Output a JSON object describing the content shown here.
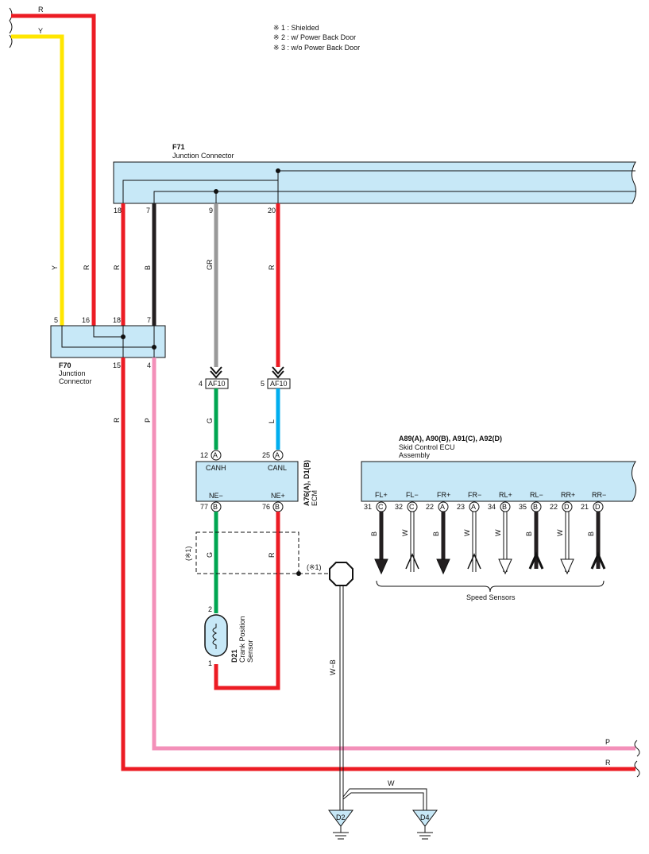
{
  "notes": [
    "※ 1 : Shielded",
    "※ 2 : w/ Power Back Door",
    "※ 3 : w/o Power Back Door"
  ],
  "colors": {
    "red": "#ec1c24",
    "yellow": "#ffe600",
    "black": "#231f20",
    "gray": "#999999",
    "green": "#00a651",
    "blue": "#00aeef",
    "pink": "#f390b9",
    "connector_fill": "#c7e8f7"
  },
  "top_wires": {
    "r": "R",
    "y": "Y"
  },
  "f71": {
    "id": "F71",
    "name": "Junction Connector",
    "pins": {
      "p18": "18",
      "p7": "7",
      "p9": "9",
      "p20": "20"
    },
    "wire_colors": {
      "w18": "R",
      "w7": "B",
      "w9": "GR",
      "w20": "R"
    }
  },
  "f70": {
    "id": "F70",
    "name": [
      "Junction",
      "Connector"
    ],
    "pins": {
      "p5": "5",
      "p16": "16",
      "p18": "18",
      "p7": "7",
      "p15": "15",
      "p4": "4"
    },
    "wire_colors": {
      "y": "Y",
      "r": "R",
      "r15": "R",
      "p4": "P"
    }
  },
  "af10": {
    "label": "AF10",
    "pin_left": "4",
    "pin_right": "5",
    "wire_left": "G",
    "wire_right": "L"
  },
  "ecm": {
    "id": "A76(A), D1(B)",
    "name": "ECM",
    "pins": {
      "canh_no": "12",
      "canh_conn": "A",
      "canh": "CANH",
      "canl_no": "25",
      "canl_conn": "A",
      "canl": "CANL",
      "nem": "NE−",
      "nep": "NE+",
      "nem_no": "77",
      "nem_conn": "B",
      "nep_no": "76",
      "nep_conn": "B"
    },
    "wire_nem": "G",
    "wire_nep": "R"
  },
  "shield": {
    "left": "(※1)",
    "right": "(※1)"
  },
  "sensor": {
    "id": "D21",
    "name": [
      "Crank Position",
      "Sensor"
    ],
    "pin_top": "2",
    "pin_bottom": "1"
  },
  "ground_wire": {
    "color": "W−B"
  },
  "grounds": {
    "g1": "D2",
    "g2": "D4",
    "link": "W"
  },
  "skid_ecu": {
    "id": "A89(A), A90(B), A91(C), A92(D)",
    "name": [
      "Skid Control ECU",
      "Assembly"
    ],
    "group_label": "Speed Sensors",
    "pins": [
      {
        "name": "FL+",
        "num": "31",
        "conn": "C",
        "wire": "B",
        "dir": "down",
        "fill": "#231f20"
      },
      {
        "name": "FL−",
        "num": "32",
        "conn": "C",
        "wire": "W",
        "dir": "up",
        "fill": "#ffffff"
      },
      {
        "name": "FR+",
        "num": "22",
        "conn": "A",
        "wire": "B",
        "dir": "down",
        "fill": "#231f20"
      },
      {
        "name": "FR−",
        "num": "23",
        "conn": "A",
        "wire": "W",
        "dir": "up",
        "fill": "#ffffff"
      },
      {
        "name": "RL+",
        "num": "34",
        "conn": "B",
        "wire": "W",
        "dir": "down",
        "fill": "#ffffff"
      },
      {
        "name": "RL−",
        "num": "35",
        "conn": "B",
        "wire": "B",
        "dir": "up",
        "fill": "#231f20"
      },
      {
        "name": "RR+",
        "num": "22",
        "conn": "D",
        "wire": "W",
        "dir": "down",
        "fill": "#ffffff"
      },
      {
        "name": "RR−",
        "num": "21",
        "conn": "D",
        "wire": "B",
        "dir": "up",
        "fill": "#231f20"
      }
    ]
  },
  "bottom_wires": {
    "p": "P",
    "r": "R"
  }
}
